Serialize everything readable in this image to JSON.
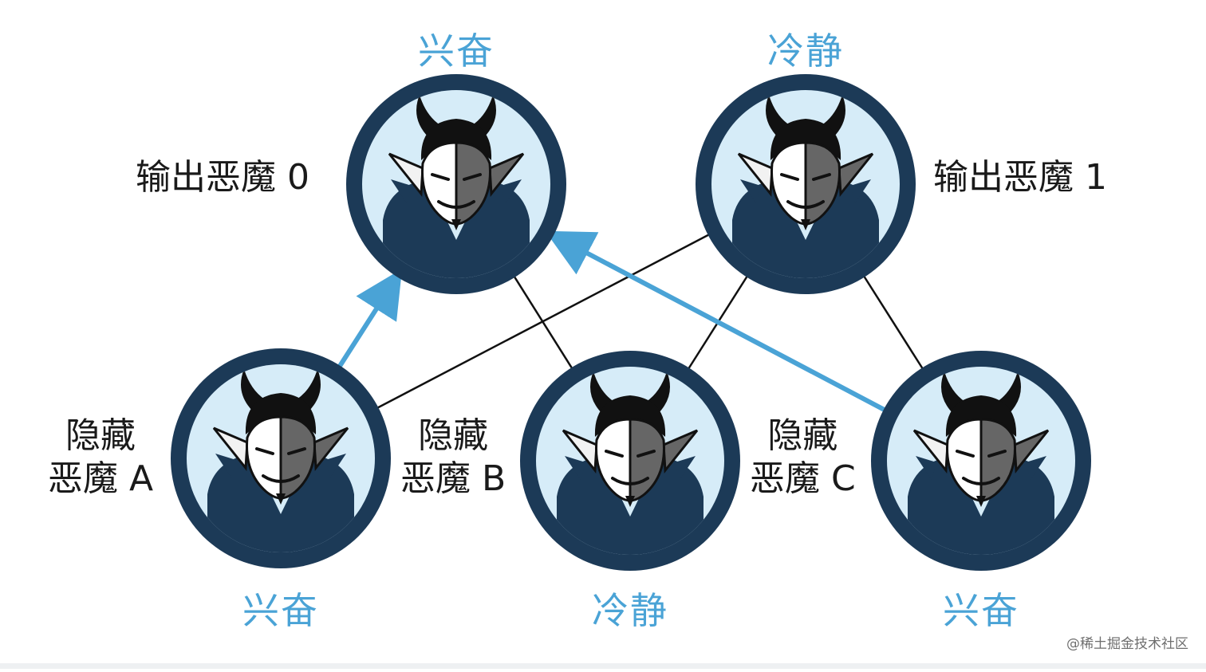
{
  "nodes": {
    "output0": {
      "name": "输出恶魔 0",
      "state": "兴奋",
      "state_color": "#4aa3d6"
    },
    "output1": {
      "name": "输出恶魔 1",
      "state": "冷静",
      "state_color": "#4aa3d6"
    },
    "hiddenA": {
      "name_line1": "隐藏",
      "name_line2": "恶魔 A",
      "state": "兴奋"
    },
    "hiddenB": {
      "name_line1": "隐藏",
      "name_line2": "恶魔 B",
      "state": "冷静"
    },
    "hiddenC": {
      "name_line1": "隐藏",
      "name_line2": "恶魔 C",
      "state": "兴奋"
    }
  },
  "connections": [
    {
      "from": "hiddenA",
      "to": "output0",
      "style": "arrow-blue"
    },
    {
      "from": "hiddenA",
      "to": "output1",
      "style": "line-black"
    },
    {
      "from": "hiddenB",
      "to": "output0",
      "style": "line-black"
    },
    {
      "from": "hiddenB",
      "to": "output1",
      "style": "line-black"
    },
    {
      "from": "hiddenC",
      "to": "output0",
      "style": "arrow-blue"
    },
    {
      "from": "hiddenC",
      "to": "output1",
      "style": "line-black"
    }
  ],
  "colors": {
    "ring": "#1c3a57",
    "inner": "#d6ecf8",
    "cloak": "#1c3a57",
    "arrow": "#4aa3d6",
    "line": "#111111"
  },
  "icons": {
    "node": "devil-icon"
  },
  "watermark": "@稀土掘金技术社区"
}
